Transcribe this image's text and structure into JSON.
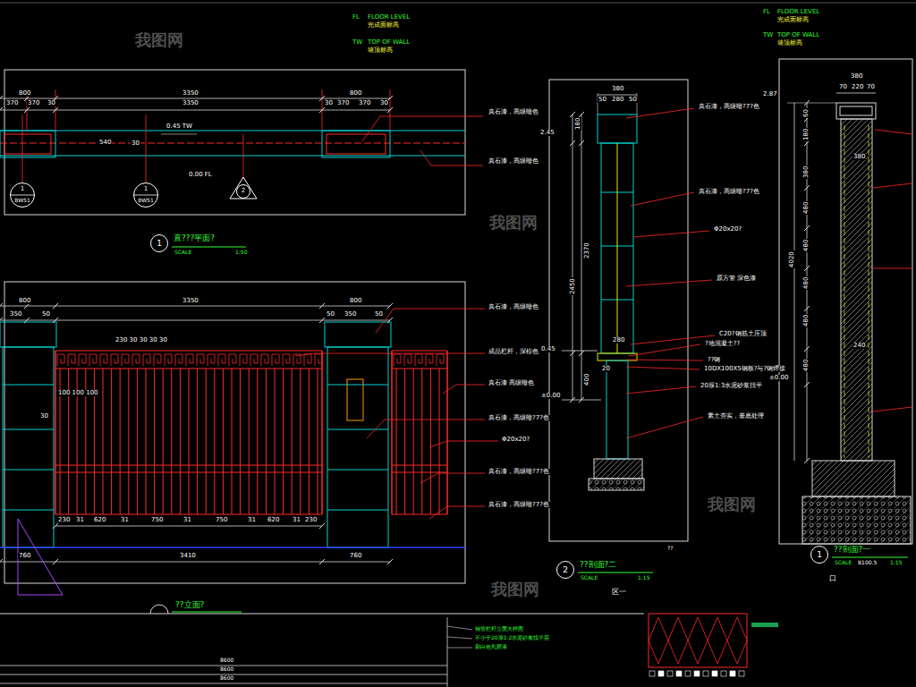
{
  "diagram": {
    "nodes": [
      {
        "text": [
          "1",
          "直???平面?"
        ]
      },
      {
        "text": [
          "2",
          "??剖面?二"
        ]
      },
      {
        "text": [
          "1",
          "??剖面?一"
        ]
      },
      {
        "text": [
          "1",
          "BW51"
        ]
      },
      {
        "text": [
          "1",
          "BW51"
        ]
      },
      {
        "text": [
          "2"
        ]
      }
    ],
    "labels": [
      "FL",
      "FLOOR LEVEL",
      "完成面标高",
      "TW",
      "TOP OF WALL",
      "墙顶标高",
      "FL",
      "FLOOR LEVEL",
      "完成面标高",
      "TW",
      "TOP OF WALL",
      "墙顶标高",
      "800",
      "3350",
      "800",
      "370",
      "370",
      "30",
      "3350",
      "30",
      "370",
      "370",
      "30",
      "540",
      "30",
      "0.45 TW",
      "0.00 FL",
      "真石漆，高级暗色",
      "真石漆，高级暗色",
      "SCALE",
      "1:50",
      "800",
      "3350",
      "800",
      "350",
      "50",
      "50",
      "350",
      "50",
      "230 30 30 30 30",
      "100 100 100",
      "30",
      "真石漆，高级暗色",
      "成品栏杆，深棕色",
      "真石漆 高级暗色",
      "真石漆，高级暗?7?色",
      "Φ20x20?",
      "真石漆，高级暗?7?色",
      "真石漆，高级暗?7?色",
      "230",
      "31",
      "620",
      "31",
      "750",
      "31",
      "750",
      "31",
      "620",
      "31",
      "230",
      "3410",
      "760",
      "760",
      "??立面?",
      "380",
      "50",
      "280",
      "50",
      "2.45",
      "180",
      "2370",
      "2450",
      "400",
      "0.45",
      "±0.00",
      "280",
      "20",
      "真石漆，高级暗?7?色",
      "真石漆，高级暗?7?色",
      "Φ20x20?",
      "原方管 深色漆",
      "C20?钢筋土压顶",
      "?地混凝土??",
      "??钢",
      "10DX100X5钢板?与?钢焊接",
      "20厚1:3水泥砂浆找平",
      "素土夯实，基底处理",
      "SCALE",
      "1:15",
      "区一",
      "??",
      "±0.00",
      "380",
      "70",
      "220",
      "70",
      "2.87",
      "60",
      "180",
      "380",
      "480",
      "480",
      "480",
      "480",
      "480",
      "4020",
      "380",
      "240",
      "SCALE",
      "B100.5",
      "1:15",
      "口",
      "钢管栏杆立面大样图",
      "不小于20厚1:2水泥砂浆找平层",
      "刷白色乳胶漆",
      "8600",
      "8600",
      "8600",
      "我图网",
      "我图网",
      "我图网",
      "我图网"
    ]
  }
}
